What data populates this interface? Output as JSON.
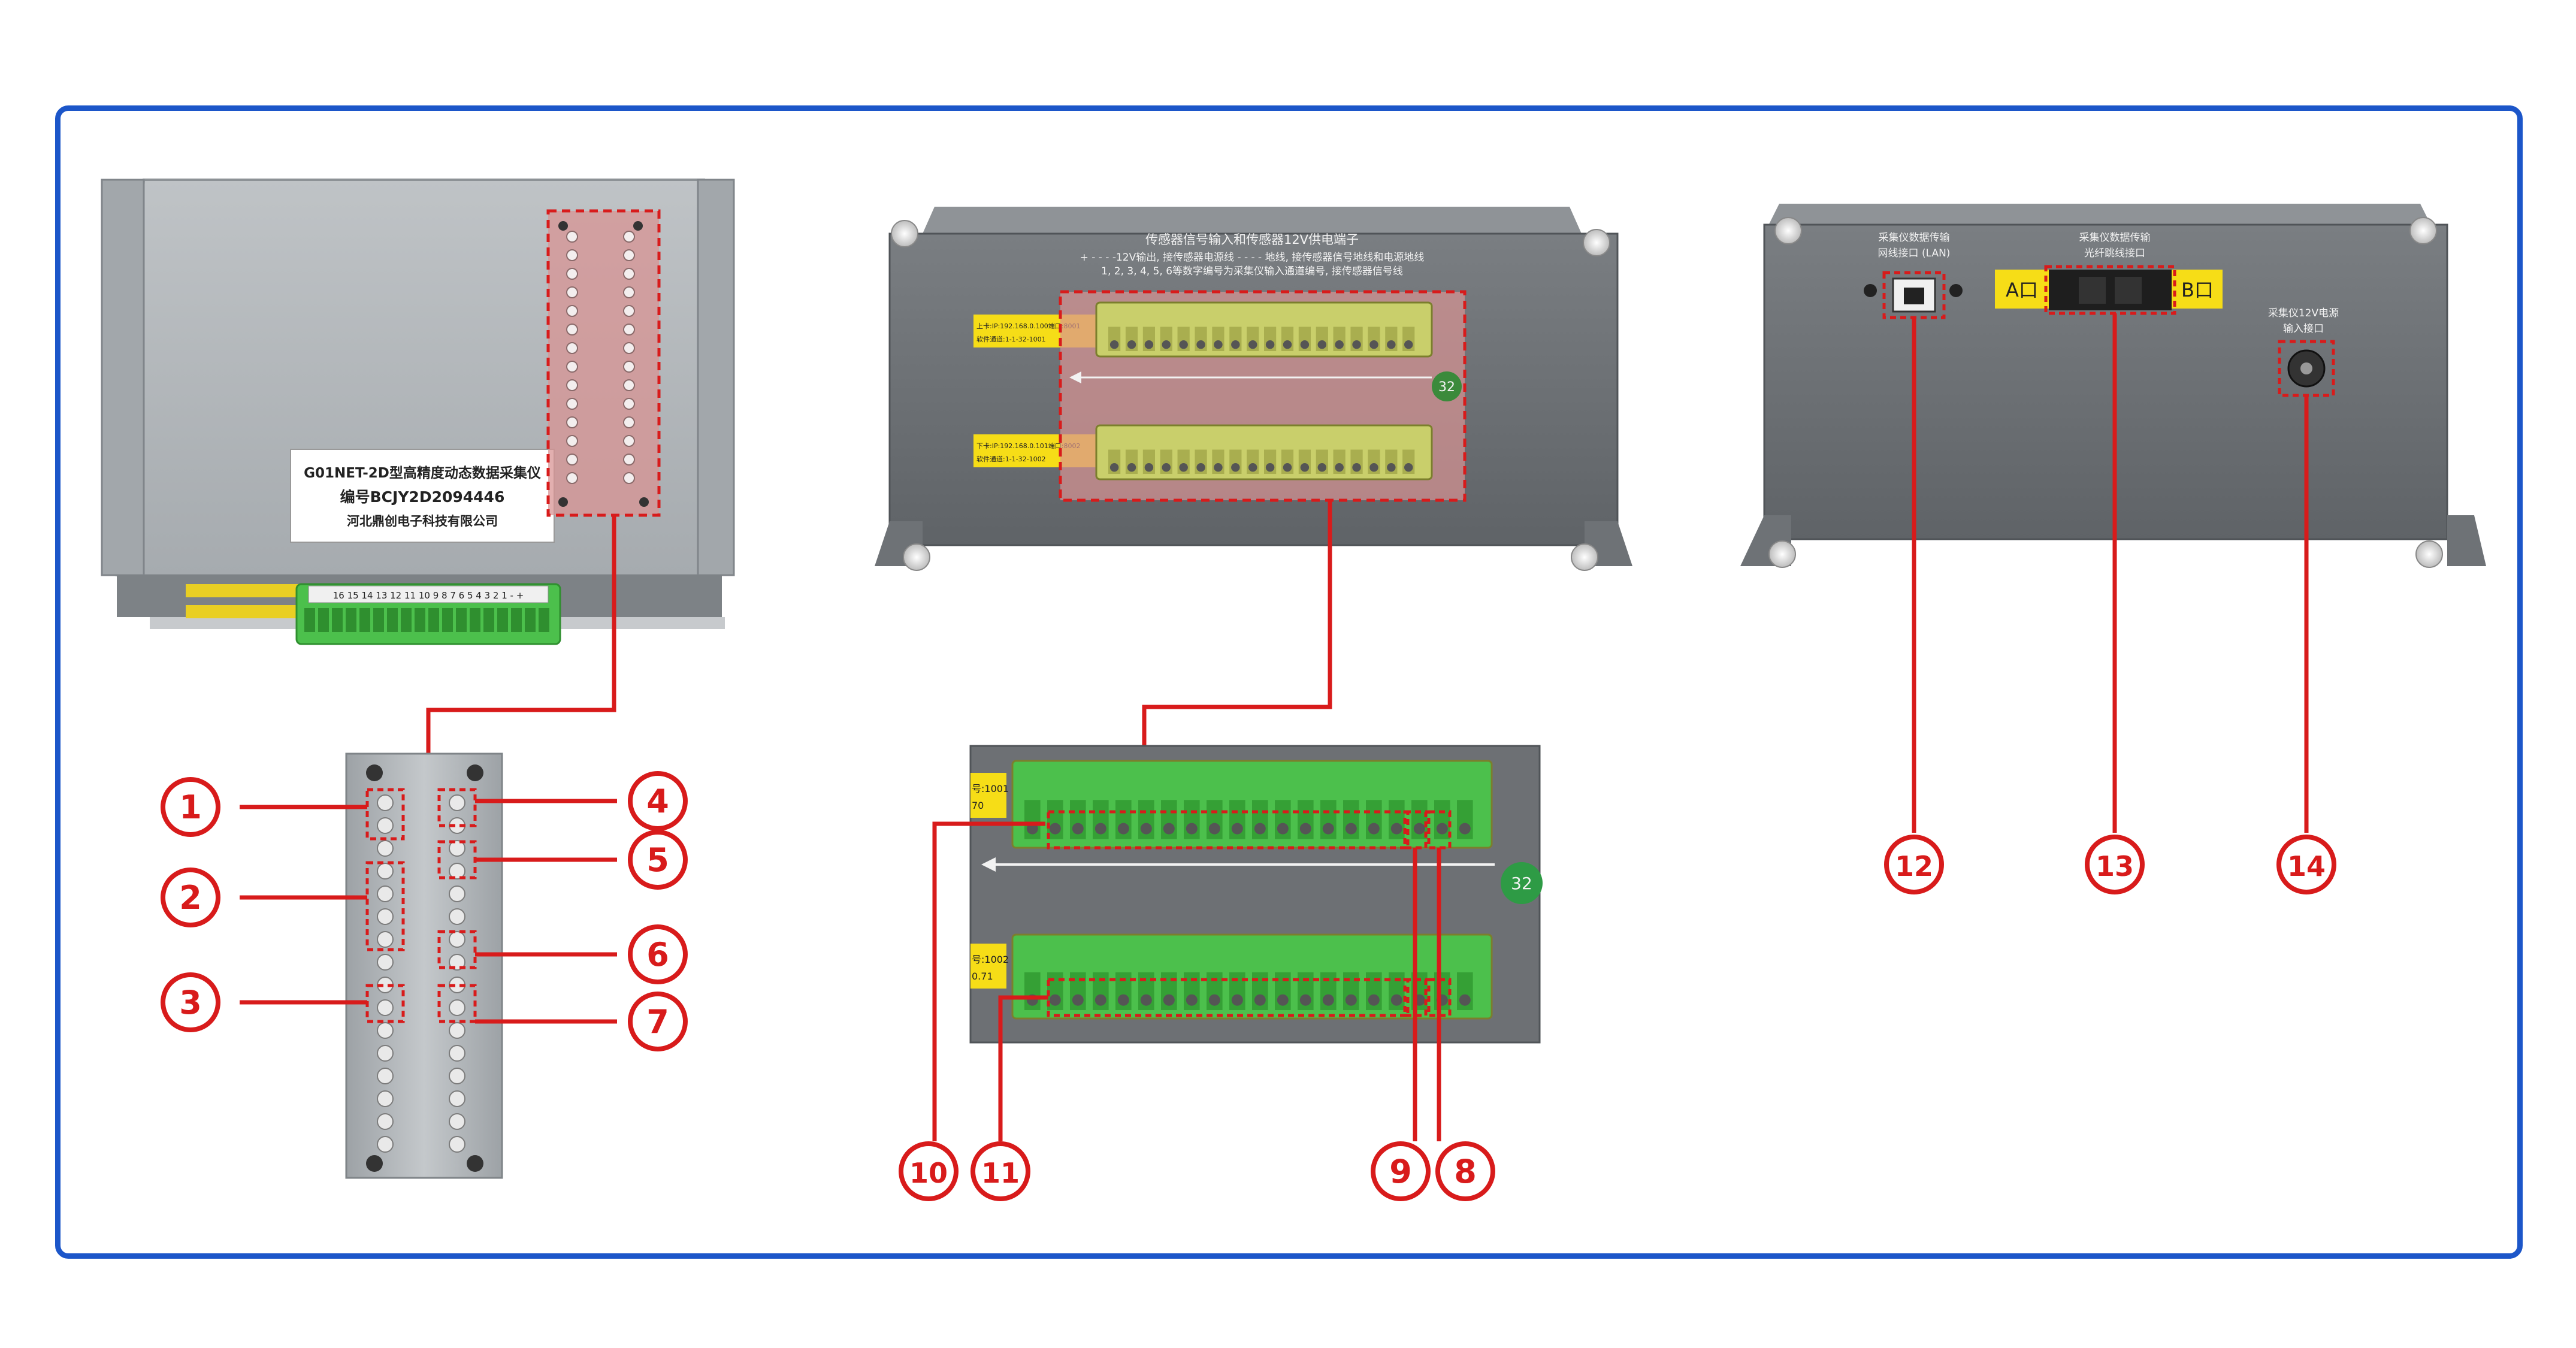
{
  "device_label": {
    "line1": "G01NET-2D型高精度动态数据采集仪",
    "line2": "编号BCJY2D2094446",
    "line3": "河北鼎创电子科技有限公司"
  },
  "terminal_numbers": "16 15 14 13 12 11 10 9 8 7 6 5 4 3 2 1 - +",
  "panel_text": {
    "title": "传感器信号输入和传感器12V供电端子",
    "line1": "+ - - - -12V输出, 接传感器电源线 - - - - 地线, 接传感器信号地线和电源地线",
    "line2": "1, 2, 3, 4, 5, 6等数字编号为采集仪输入通道编号, 接传感器信号线"
  },
  "tag_upper": {
    "line1": "上卡:IP:192.168.0.100端口:8001",
    "line2": "软件通道:1-1-32-1001"
  },
  "tag_lower": {
    "line1": "下卡:IP:192.168.0.101端口:8002",
    "line2": "软件通道:1-1-32-1002"
  },
  "badge": "32",
  "zoom_tag_upper": {
    "line1": "号:1001",
    "line2": "70"
  },
  "zoom_tag_lower": {
    "line1": "号:1002",
    "line2": "0.71"
  },
  "right_panel": {
    "lan_label_1": "采集仪数据传输",
    "lan_label_2": "网线接口 (LAN)",
    "fiber_label_1": "采集仪数据传输",
    "fiber_label_2": "光纤跳线接口",
    "port_a": "A口",
    "port_b": "B口",
    "power_label_1": "采集仪12V电源",
    "power_label_2": "输入接口"
  },
  "callouts": [
    "1",
    "2",
    "3",
    "4",
    "5",
    "6",
    "7",
    "8",
    "9",
    "10",
    "11",
    "12",
    "13",
    "14"
  ],
  "colors": {
    "frame": "#1c56c9",
    "callout": "#d81b1b",
    "terminal_green": "#4cc04c",
    "terminal_yellow": "#c9cf6b",
    "tag_yellow": "#f6dd17",
    "panel_gray": "#6c6f72"
  }
}
